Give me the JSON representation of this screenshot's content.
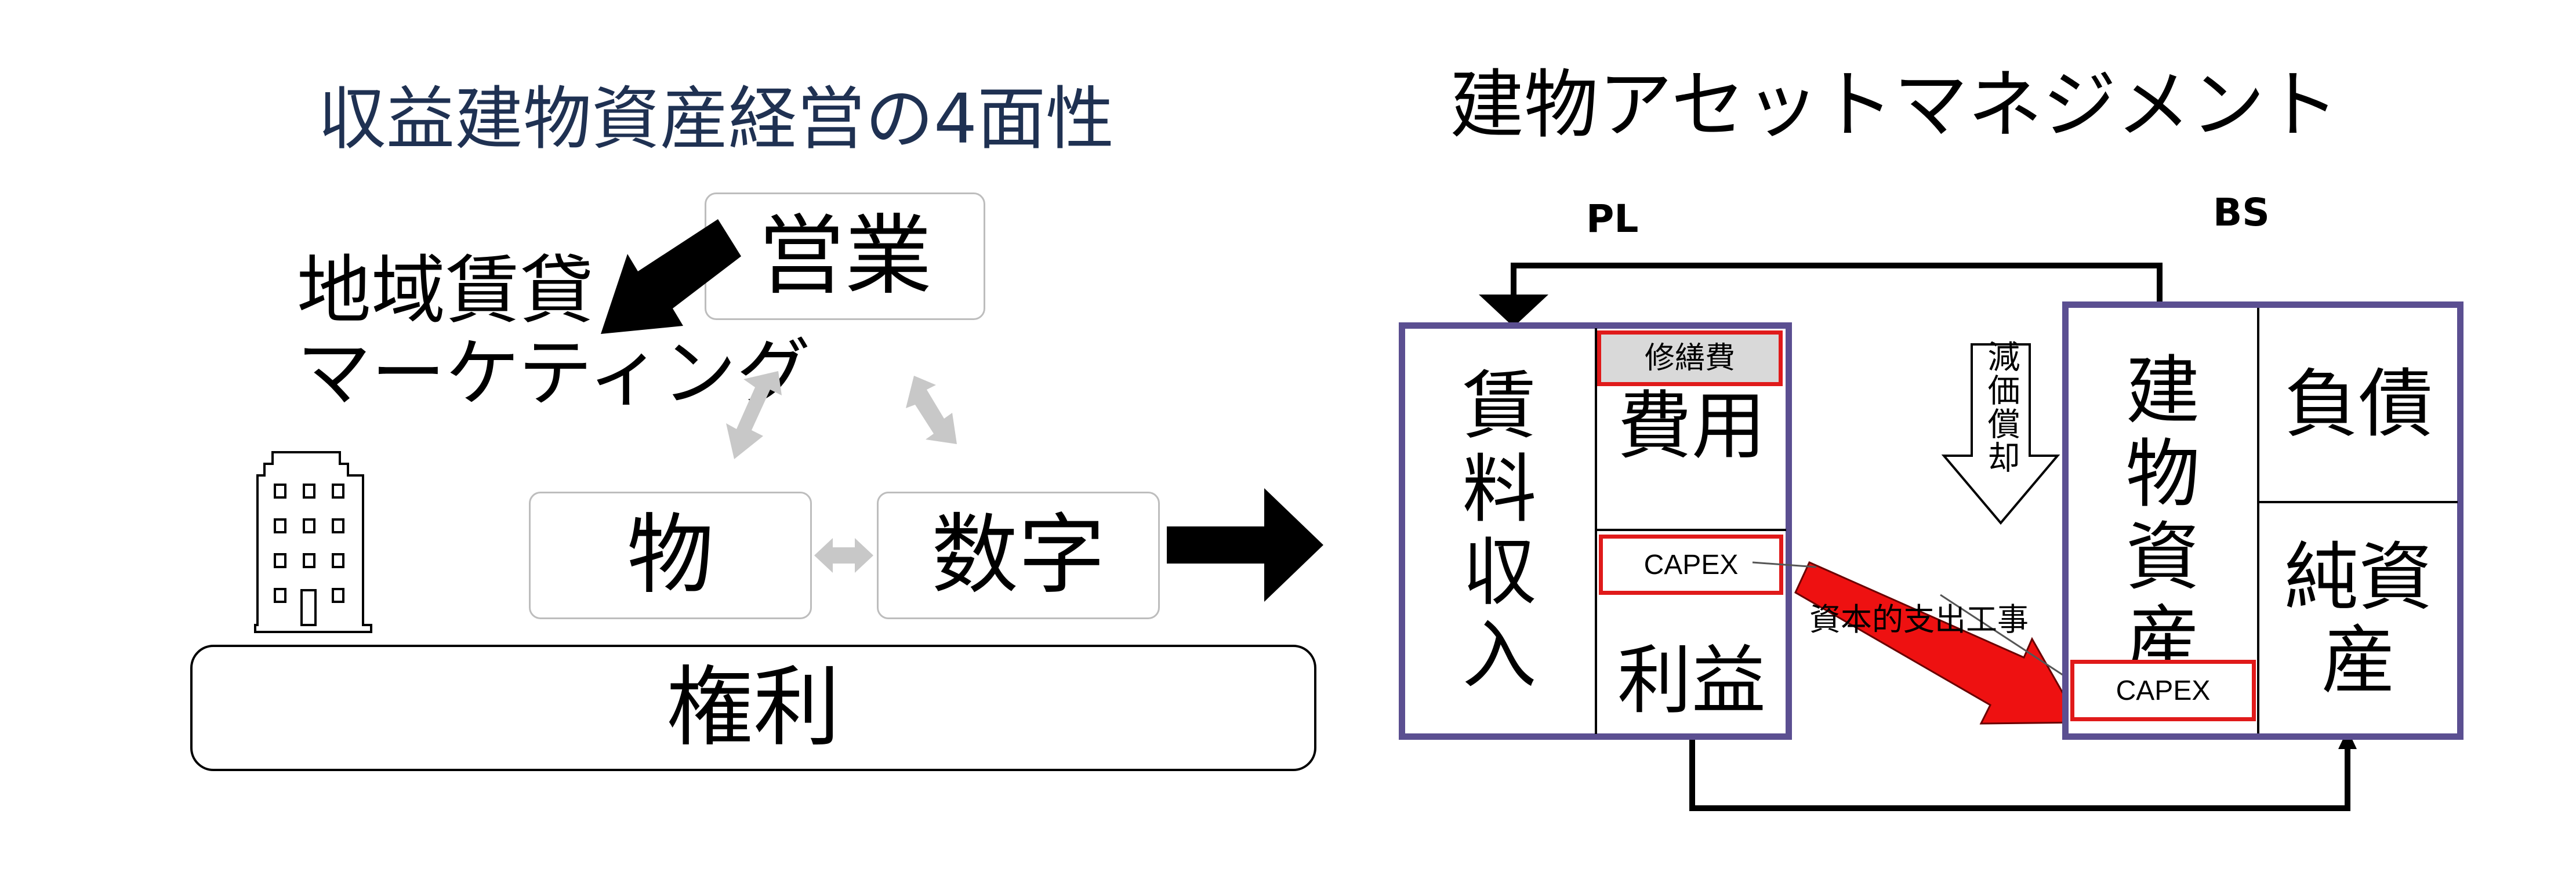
{
  "left": {
    "title": "収益建物資産経営の4面性",
    "eigyo": "営業",
    "marketing_line1": "地域賃貸",
    "marketing_line2": "マーケティング",
    "mono": "物",
    "suji": "数字",
    "kenri": "権利"
  },
  "right": {
    "title": "建物アセットマネジメント",
    "pl_label": "PL",
    "bs_label": "BS",
    "rent_income": "賃料収入",
    "repair_cost": "修繕費",
    "expense": "費用",
    "capex_pl": "CAPEX",
    "profit": "利益",
    "depreciation": "減価償却",
    "capital_expenditure": "資本的支出工事",
    "building_asset": "建物資産",
    "capex_bs": "CAPEX",
    "liabilities": "負債",
    "net_assets": "純資産"
  },
  "colors": {
    "title_navy": "#1f3152",
    "frame_purple": "#5b4f91",
    "capex_red": "#e01a1a",
    "arrow_gray": "#c8c8c8",
    "repair_fill": "#d9d9d9"
  }
}
